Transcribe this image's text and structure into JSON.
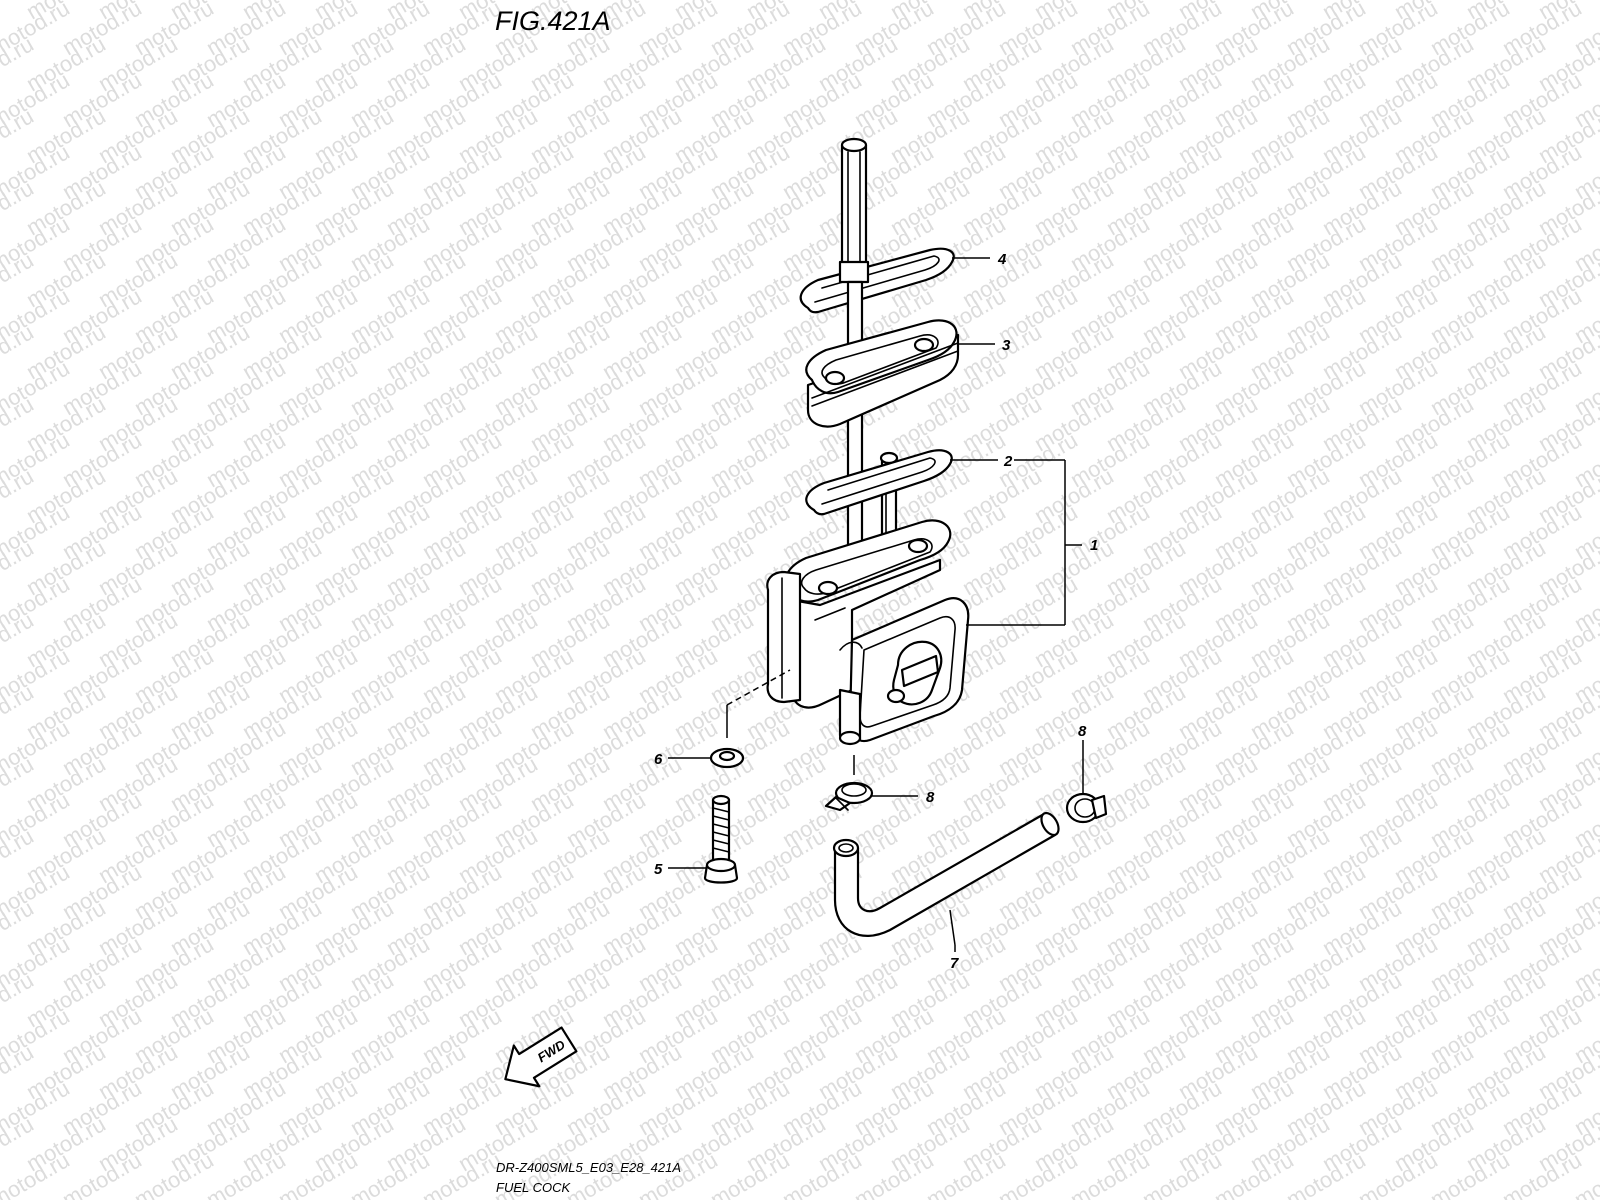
{
  "figure_label": "FIG.421A",
  "watermark_text": "motod.ru",
  "footer": {
    "model_code": "DR-Z400SML5_E03_E28_421A",
    "section_name": "FUEL COCK"
  },
  "direction_arrow": {
    "label": "FWD",
    "icon": "fwd-arrow-icon"
  },
  "callouts": [
    {
      "id": "callout-1",
      "number": "1"
    },
    {
      "id": "callout-2",
      "number": "2"
    },
    {
      "id": "callout-3",
      "number": "3"
    },
    {
      "id": "callout-4",
      "number": "4"
    },
    {
      "id": "callout-5",
      "number": "5"
    },
    {
      "id": "callout-6",
      "number": "6"
    },
    {
      "id": "callout-7",
      "number": "7"
    },
    {
      "id": "callout-8a",
      "number": "8"
    },
    {
      "id": "callout-8b",
      "number": "8"
    }
  ],
  "colors": {
    "line": "#000000",
    "watermark": "#dcdcdc",
    "background": "#ffffff"
  }
}
